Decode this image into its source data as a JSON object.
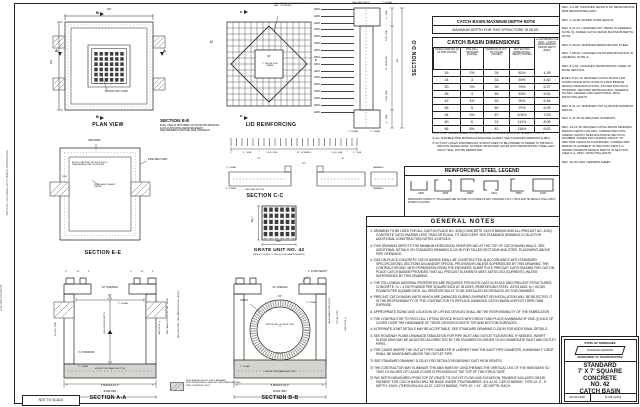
{
  "margins": {
    "not_to_scale": "NOT TO SCALE",
    "file_text": "JPI100-00: Catch Basins  JPI-S-CB42SQ-09310000.DGN",
    "date_text": "8-20-2020  9:14:36 AM"
  },
  "plan": {
    "title": "PLAN VIEW",
    "dim_top": "102\"",
    "dim_left": "102\"",
    "a": "A",
    "b": "B",
    "c": "C",
    "curb": "MONOLITHIC CURB"
  },
  "ee_head": {
    "title": "SECTION E-E",
    "note": "ELEV. VIEW IS PROVIDED ON STANDARD DRAWING D-CB-30 SHOWING REINFORCEMENT REQUIREMENTS AROUND PIPE OPENINGS."
  },
  "ee": {
    "title": "SECTION E-E",
    "c1": "A800 BARS",
    "c2": "AVOID STACKING OR SPLICES BY STAGGERING LAP LOCATIONS",
    "c3": "PORTLAND CEMENT GROUT",
    "c4": "L800",
    "c5": "PIPE (BEYOND)"
  },
  "lid": {
    "title": "LID REINFORCING",
    "note": "A801 (PLACE ON INSIDE FACE OF BOTTOM MAT - 4 PLACES)",
    "opening": "42\"",
    "ledge": "2\" LEDGE FOR GRATE",
    "c": "C",
    "d": "D"
  },
  "cc": {
    "title": "SECTION C-C",
    "d3": "3\"",
    "spa": "1½\" SPA.",
    "eq": "5 EQ. SPA.",
    "opening": "42\" OPENING",
    "d30": "30\"",
    "total": "102\"",
    "clear_top": "2\" CLEAR",
    "clear_bot": "2\" CLEAR",
    "bar": "L800 (MID-DEPTH)",
    "variable": "VARIABLE"
  },
  "grate": {
    "title": "GRATE UNIT NO. 42",
    "sub": "(SEE STD. DWG. D-CBG-42 FOR GRATE DETAILS)",
    "dim_w": "36¾\"",
    "dim_h": "36¾\""
  },
  "dd": {
    "title": "SECTION D-D",
    "bars": [
      "A800",
      "A800",
      "A800",
      "A800",
      "A800",
      "A800",
      "A801",
      "A801",
      "A801",
      "A801",
      "A800",
      "A800",
      "A800",
      "A800",
      "A800",
      "A800"
    ],
    "spa": "1½\" SPA.",
    "eq": "5 EQ. SPA.",
    "opening": "42\" OPENING",
    "total": "102\"",
    "clear1": "1\" CLEAR",
    "clear2": "2\" CLEAR",
    "bar": "L800 (MID-DEPT.)"
  },
  "aa": {
    "title": "SECTION A-A",
    "top1": "3\"",
    "top2": "16\"",
    "top3": "3\"",
    "opening": "42\" OPENING",
    "d84": "84\"",
    "clear": "2\" CLEAR",
    "depth": "MIN. DESIGN DEPTH",
    "min": "3'-1\" MINIMUM",
    "clearb": "2\" CLEAR",
    "base": "MONOLITHIC BASE SECTION",
    "left_rot": "OUTLET PIPE",
    "rot1": "SEE NOTE ⑩",
    "rot2": "SEE TABLE FOR Ø CUT-OUT HOLE",
    "rot3": "BOX SECTION - SEE TABLE FOR MIN. HEIGHT",
    "s3": "3\"",
    "sp": "9 SPACES OF 9\"",
    "bars": "BARS A502",
    "total": "102\""
  },
  "grout_legend": "NON-SHRINK GROUT PER STANDARD SPECIFICATIONS (FORMS NOT REQUIRED AROUND PIPE OPENINGS ONLY)",
  "bb": {
    "title": "SECTION B-B",
    "curb": "4\" CURB HEIGHT",
    "opening": "42\" OPENING",
    "d84": "84\"",
    "grout": "GROUT",
    "clear": "2\" CLEAR",
    "pipe": "INSIDE DIA. OF INLET PIPE \"D\"",
    "quarter": "D/4 ± 1\"",
    "clearb": "2\" CLEAR",
    "base": "MONOLITHIC BASE SECTION",
    "rot1": "ADD'L BARS H800 (TYP.)",
    "rot2": "T/2 LAP (TYP.)",
    "rot3": "SEE NOTE ⑨",
    "s3": "3\"",
    "sp": "8 SPACES OF 9\"",
    "bars": "BARS H800",
    "total": "102\""
  },
  "depth_note": {
    "title": "CATCH BASIN MAXIMUM DEPTH NOTE",
    "body": "MAXIMUM DEPTH FOR THIS STRUCTURE IS 28.00'."
  },
  "dim_table": {
    "title": "CATCH BASIN DIMENSIONS",
    "columns": [
      "INSIDE DIAMETER (D) OF PIPE (INCHES)",
      "PIPE WALL THICKNESS (INCHES)",
      "DIAMETER OF CUT-OUT HOLES (INCHES)",
      "BOX SECTION MINIMUM WALL HEIGHT (INCHES)",
      "▲ FOR DESIGN USE ONLY — CATCH BASIN MINIMUM DESIGN DEPTH (FEET)"
    ],
    "rows": [
      [
        "18",
        "2½",
        "26",
        "62½",
        "4.28"
      ],
      [
        "24",
        "3",
        "33",
        "69½",
        "4.82"
      ],
      [
        "30",
        "3½",
        "39",
        "76½",
        "5.37"
      ],
      [
        "36",
        "4",
        "46",
        "83½",
        "5.91"
      ],
      [
        "42",
        "4½",
        "53",
        "90½",
        "6.45"
      ],
      [
        "48",
        "5",
        "60",
        "97½",
        "6.99"
      ],
      [
        "54",
        "5½",
        "67",
        "104½",
        "7.53"
      ],
      [
        "60",
        "6",
        "74",
        "111½",
        "8.08"
      ],
      [
        "66",
        "6½",
        "81",
        "118½",
        "8.62"
      ]
    ]
  },
  "table_notes": [
    "① CUT-OUT HOLES BASED ON REINFORCED CONCRETE PIPE WITH WALL TYPE \"B\".",
    "② ALL FLEXIBLE PIPE MATERIALS REQUIRE GASKET. SEE STANDARD DRAWING D-PB-2.",
    "③ CUT-OUT HOLES FOR PRECAST STRUCTURES TO BE FORMED IN ORDER TO OBTAIN A SMOOTH EDGED HOLE. SCORED OR ETCHED HOLES WITH REINFORCING STEEL LEFT UNCUT WILL NOT BE PERMITTED."
  ],
  "legend": {
    "title": "REINFORCING STEEL LEGEND",
    "bars": [
      "A500",
      "A502",
      "A800",
      "A801",
      "H800",
      "L800"
    ],
    "note": "DIMENSIONS SHOWN IN THIS LEGEND ARE OUTSIDE TO OUTSIDE OF BAR. STANDARD C.R.S.I. HOOK AND TIE DETAILS SHALL APPLY, EXCEPT AS NOTED."
  },
  "general_notes": {
    "title": "GENERAL NOTES",
    "items": [
      "① DRAWING TO BE USED FOR ALL CAST-IN-PLACE NO. 42SQ CONCRETE CATCH BASINS AND ALL PRECAST NO. 42SQ CONCRETE CATCH BASINS LESS THAN OR EQUAL TO 28.00' DEEP. SEE STANDARD DRAWING D-CB-42 FOR ADDITIONAL CONSTRUCTION NOTES & DETAILS.",
      "② THIS DRAWING DEPICTS THE MINIMUM HORIZONTAL REINFORCING AT THE TOP OF CATCH BASIN WALLS. SEE ADDITIONAL DETAILS ON STANDARD DRAWING D-CB-90 FOR TALLER SECTIONS AND STEEL PLACEMENT ABOVE PIPE OPENINGS.",
      "③ CAST-IN-PLACE CONCRETE CATCH BASINS SHALL BE CONSTRUCTED IN ACCORDANCE WITH STANDARD SPECIFICATIONS, SECTIONS 604 AND/OR SPECIAL PROVISIONS UNLESS SUPERSEDED BY THIS DRAWING. THE CONTRACTOR MAY, WITH PERMISSION FROM THE ENGINEER, SUBSTITUTE PRECAST CATCH BASINS FOR CAST-IN-PLACE CATCH BASINS PROVIDED THAT ALL PRECAST ELEMENTS MEET ASTM C913 (CURRENT) UNLESS SUPERSEDED BY THIS DRAWING.",
      "④ THE FOLLOWING MATERIAL PROPERTIES ARE REQUIRED FOR BOTH CAST-IN-PLACE AND PRECAST STRUCTURES:  CONCRETE: f'c = 4,000 POUNDS PER SQUARE INCH AT 28 DAYS.  REINFORCING STEEL: ASTM A615, fy = 60,000 POUNDS PER SQUARE INCH.  ALL REINFORCING IS TO BE INSTALLED AS DETAILED ON THIS DRAWING.",
      "⑤ PRECAST CATCH BASIN UNITS WHICH ARE DAMAGED DURING SHIPMENT OR INSTALLATION WILL BE REJECTED. IT IS THE RESPONSIBILITY OF THE CONTRACTOR TO REPLACE DAMAGED CATCH BASIN UNITS AT THEIR OWN EXPENSE.",
      "⑥ APPROPRIATE SIZING AND LOCATION OF LIFTING DEVICES SHALL BE THE RESPONSIBILITY OF THE FABRICATOR.",
      "⑦ THE CONTRACTOR TO PATCH ALL LIFTING DEVICE HOLES WITH GROUT AND PLACE A MINIMUM OF ONE (1) INCH OF COVER OVER THE HARDWARE OF THESE DEVICES IN BOTH TOP AND BOTTOM SURFACES.",
      "⑧ ALTERNATE JOINT DETAILS MAY BE ACCEPTABLE. SEE STANDARD DRAWING D-CB-90 FOR ADDITIONAL DETAILS.",
      "⑨ SEE ROADWAY PLANS DRAINAGE TABULATION FOR PIPE INLET AND OUTLET ELEVATIONS. IF NEEDED, INVERT ELEVATIONS MAY BE ADJUSTED AS DIRECTED BY THE ENGINEER IN ORDER TO ACCOMMODATE INLET AND OUTLET PIPES.",
      "⑩ FOR CASES WHERE THE OUTLET PIPE DIAMETER IS LARGER THAN THE INLET PIPE DIAMETER, A MINIMUM 2\" DROP SHALL BE MAINTAINED ABOVE THE OUTLET PIPE.",
      "⑪ SEE STANDARD DRAWING D-CB-42 FOR DETAILS REGARDING CAST IRON GRATES.",
      "⑫ THE CONTRACTOR MAY ELIMINATE THE A800 BARS BY LENGTHENING THE VERTICAL LEG OF THE H800 BARS SO THAT 1½ INCHES OF CLEAR COVER IS PROVIDED AT THE TOP OF THE STRUCTURE.",
      "⑬ PAY DEPTH MEASURED FROM TOP OF GRATE TO OUTLET FLOW LINE ELEVATION. PAYMENT INCLUDES GRATE. PAYMENT FOR CATCH BASIN WILL BE MADE UNDER ITEM NUMBERS:  611-42.02, CATCH BASINS, TYPE 42, 0' - 8' DEPTH, EACH,  (THROUGH)  611-42.07, CATCH BASINS, TYPE 42, > 24' - 28' DEPTH, EACH."
    ]
  },
  "revisions": [
    "REV. 3-2-98: CHANGED LENGTH OF REINFORCING BAR DESIGNATED A201.",
    "REV. 1-10-99: ADDED CURB HEIGHT.",
    "REV. 8-21-01: CHANGED PAY ITEMS IN GENERAL NOTE ⑬. ADDED CATCH BASIN MAXIMUM DEPTH NOTE.",
    "REV. 5-20-02: MODIFIED REINFORCING STEEL.",
    "REV. 7-08-02: CHANGED ASTM SPECIFICATION IN GENERAL NOTE ④.",
    "REV. 8-1-02: CHANGED REINFORCING STEEL IN BASE SECTION.",
    "■ REV. 8-21-12: REVISED CATCH BASIN FOR COMPLIANCE WITH AASHTO LRFD BRIDGE DESIGN SPECIFICATIONS, 4TH EDITION WITH INTERIMS. REVISED REINFORCING, GENERAL NOTES, LEGEND AND ADDITIONAL MISC. DRAFTING EDITS.",
    "REV. 8-21-12: MODIFIED TOP SLAB AND MINIMUM DEPTH.",
    "REV. 3-11-15: ELIMINATED STIRRUPS.",
    "REV. 10-15-18: REVISED CATCH BASIN MINIMUM DESIGN DEPTH VALUES. CORRECTED NON-SHRINK GROUT SPECIFICATIONS SECTION NUMBER. ADDED NON-SHRINK GROUT TO SECTION VIEWS AS FURNISHED. CORRECTED REBAR PLACEMENT IN SECTION VIEW A-A. ADDED MINIMUM DESIGN DEPTH IN SECTION VIEW A-A. MISC. DRAFTING EDITS.",
    "REV. 10-20-2020: REDREW SHEET."
  ],
  "title_block": {
    "state": "STATE OF TENNESSEE",
    "drawing": "STANDARD DRAWING",
    "dept": "DEPARTMENT OF TRANSPORTATION",
    "title_lines": [
      "STANDARD",
      "7' X 7' SQUARE",
      "CONCRETE",
      "NO. 42",
      "CATCH BASIN"
    ],
    "date": "08-26-1998",
    "number": "D-CB-42SQ"
  }
}
